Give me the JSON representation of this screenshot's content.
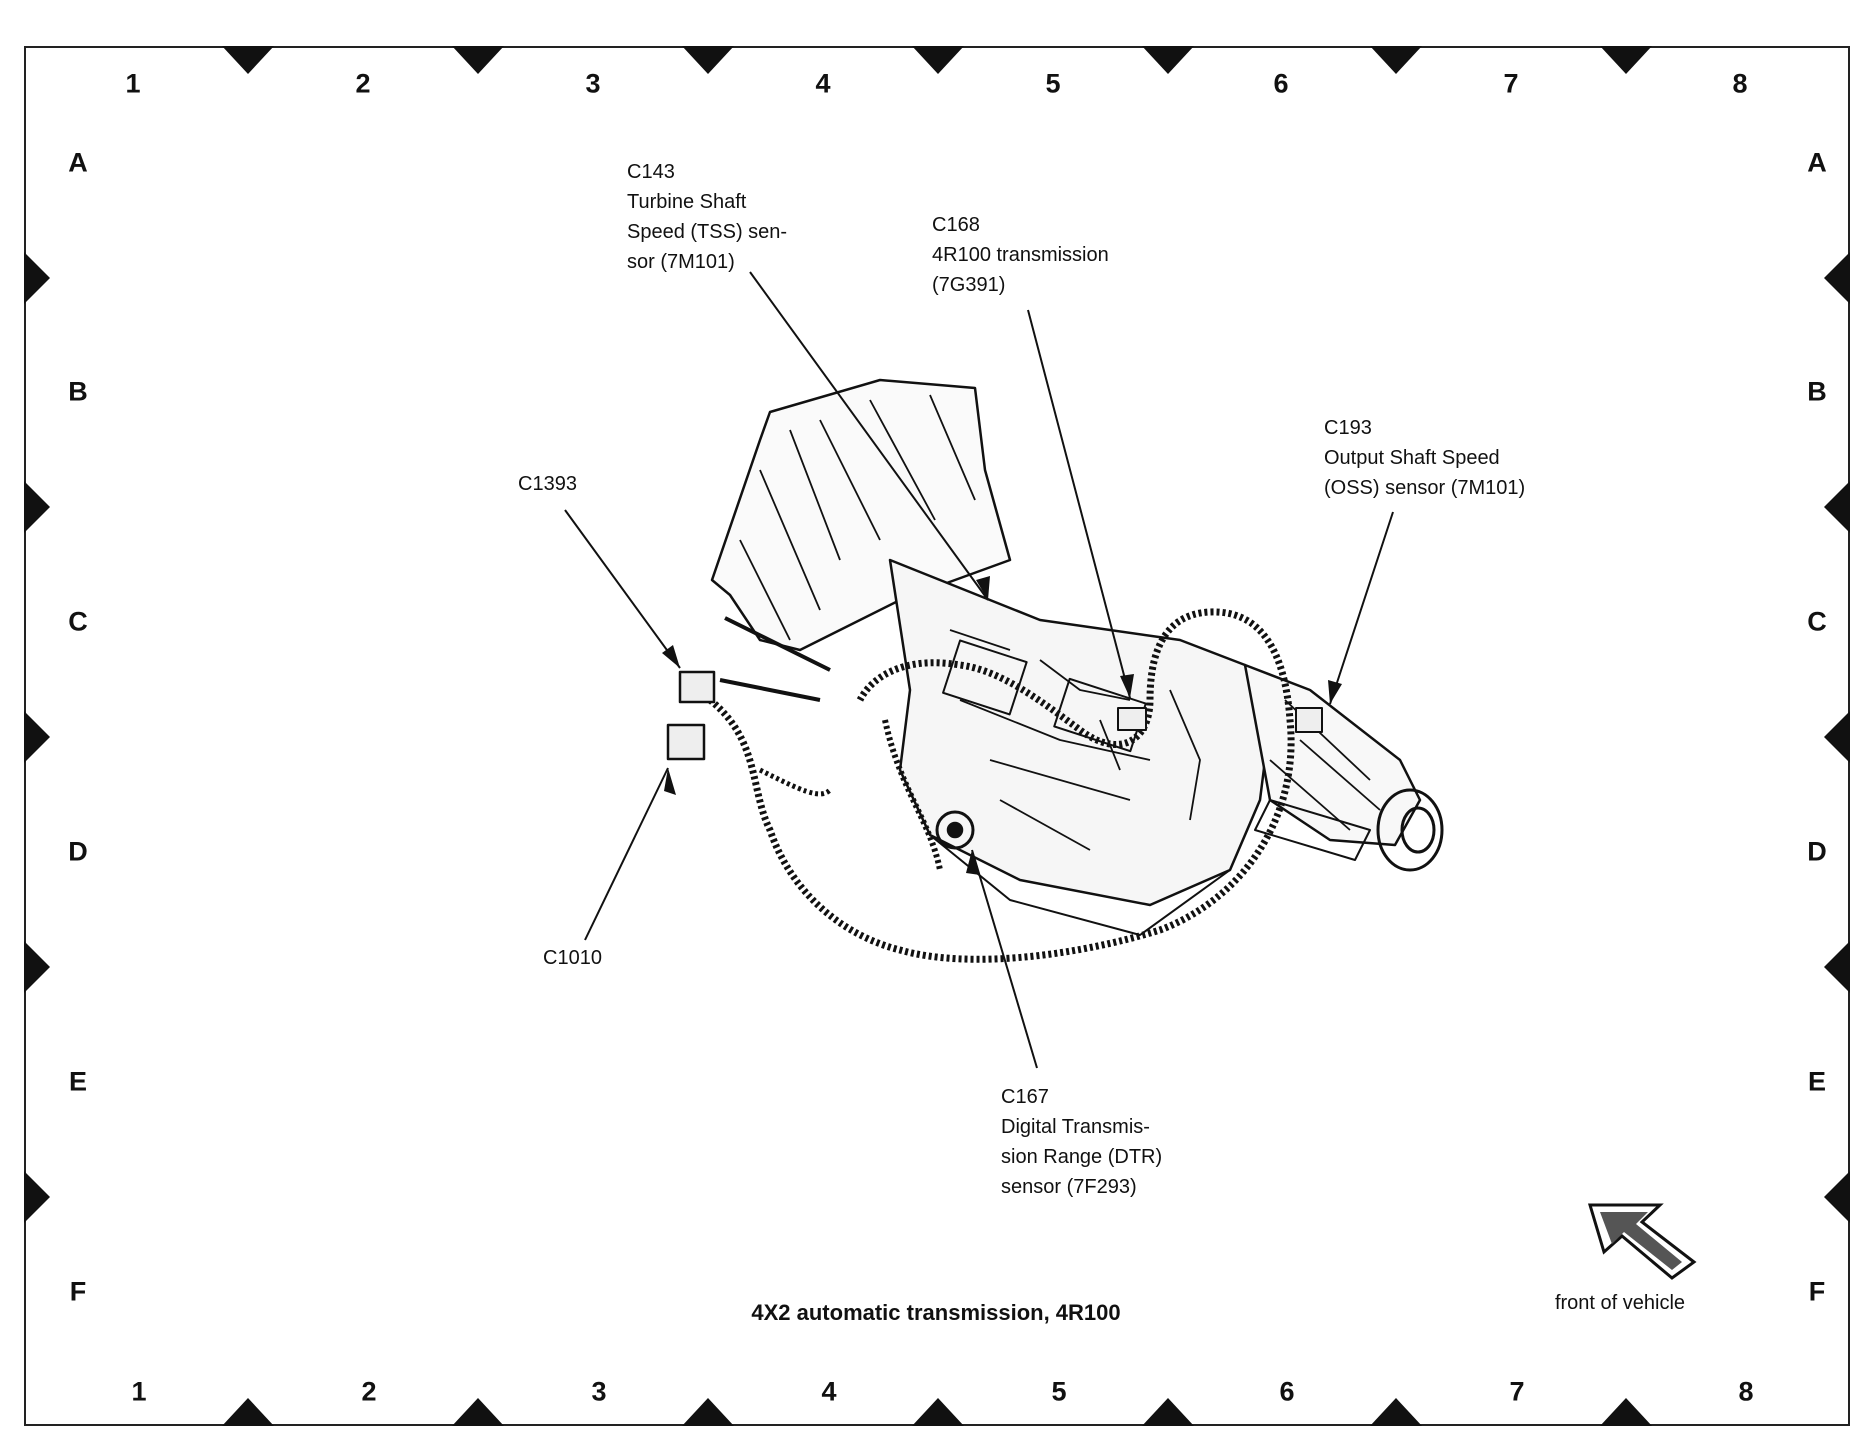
{
  "grid": {
    "columns": [
      "1",
      "2",
      "3",
      "4",
      "5",
      "6",
      "7",
      "8"
    ],
    "rows": [
      "A",
      "B",
      "C",
      "D",
      "E",
      "F"
    ]
  },
  "callouts": [
    {
      "id": "c143",
      "lines": [
        "C143",
        "Turbine Shaft",
        "Speed (TSS) sen-",
        "sor (7M101)"
      ]
    },
    {
      "id": "c168",
      "lines": [
        "C168",
        "4R100 transmission",
        "(7G391)"
      ]
    },
    {
      "id": "c193",
      "lines": [
        "C193",
        "Output Shaft Speed",
        "(OSS) sensor (7M101)"
      ]
    },
    {
      "id": "c1393",
      "lines": [
        "C1393"
      ]
    },
    {
      "id": "c1010",
      "lines": [
        "C1010"
      ]
    },
    {
      "id": "c167",
      "lines": [
        "C167",
        "Digital Transmis-",
        "sion Range (DTR)",
        "sensor (7F293)"
      ]
    }
  ],
  "title": "4X2 automatic transmission, 4R100",
  "orientation": {
    "label": "front of vehicle",
    "icon": "arrow-icon"
  }
}
